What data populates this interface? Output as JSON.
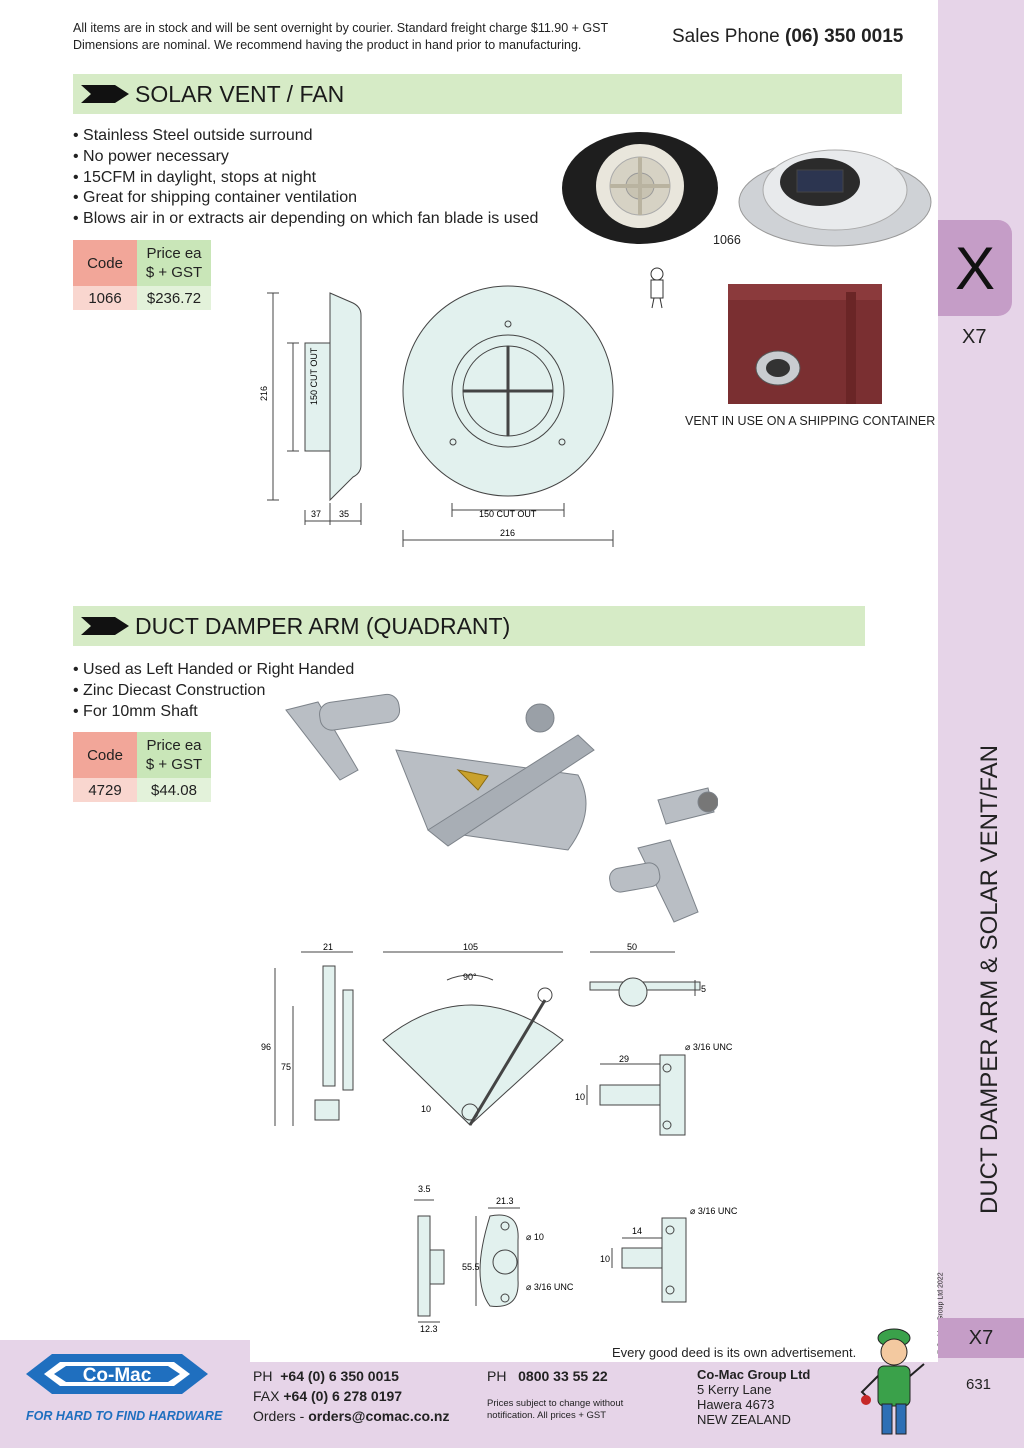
{
  "header": {
    "note_line1": "All items are in stock and will be sent overnight by courier. Standard freight charge $11.90 + GST",
    "note_line2": "Dimensions are nominal. We recommend having the product in hand prior to manufacturing.",
    "sales_label": "Sales Phone",
    "sales_number": "(06) 350 0015"
  },
  "solar": {
    "title": "SOLAR VENT / FAN",
    "bullets": [
      "Stainless Steel outside surround",
      "No power necessary",
      "15CFM in daylight, stops at night",
      "Great for shipping container ventilation",
      "Blows air in or extracts air depending on which fan blade is used"
    ],
    "table": {
      "code_header": "Code",
      "price_header_1": "Price ea",
      "price_header_2": "$ + GST",
      "code": "1066",
      "price": "$236.72"
    },
    "photo_label": "1066",
    "container_caption": "VENT IN USE ON A SHIPPING CONTAINER",
    "dims": {
      "height": "216",
      "cutout_side": "150 CUT OUT",
      "d37": "37",
      "d35": "35",
      "cutout_front": "150 CUT OUT",
      "width": "216"
    }
  },
  "damper": {
    "title": "DUCT DAMPER ARM (QUADRANT)",
    "bullets": [
      "Used as Left Handed or Right Handed",
      "Zinc Diecast Construction",
      "For 10mm Shaft"
    ],
    "table": {
      "code_header": "Code",
      "price_header_1": "Price ea",
      "price_header_2": "$ + GST",
      "code": "4729",
      "price": "$44.08"
    },
    "dims": {
      "d21": "21",
      "d96": "96",
      "d75": "75",
      "d105": "105",
      "d90": "90°",
      "d10a": "10",
      "d50": "50",
      "d5": "5",
      "d29": "29",
      "unc1": "⌀ 3/16 UNC",
      "d10b": "10",
      "d3_5": "3.5",
      "d12_3": "12.3",
      "d21_3": "21.3",
      "d55_5": "55.5",
      "d10c": "⌀ 10",
      "unc2": "⌀ 3/16 UNC",
      "d14": "14",
      "unc3": "⌀ 3/16 UNC",
      "d10d": "10"
    }
  },
  "sidebar": {
    "tab_letter": "X",
    "tab_code": "X7",
    "vertical_title": "DUCT DAMPER ARM & SOLAR VENT/FAN",
    "copyright": "© Co-Mac Group Ltd 2022",
    "bottom_code": "X7",
    "page_number": "631"
  },
  "footer": {
    "motto": "Every good deed is its own advertisement.",
    "logo_text": "Co-Mac",
    "slogan": "FOR HARD TO FIND HARDWARE",
    "ph_label": "PH",
    "ph_number": "+64 (0) 6 350 0015",
    "fax_label": "FAX",
    "fax_number": "+64 (0) 6 278 0197",
    "orders_label": "Orders -",
    "orders_email": "orders@comac.co.nz",
    "ph2_label": "PH",
    "ph2_number": "0800 33 55 22",
    "disclaimer_1": "Prices subject to change without",
    "disclaimer_2": "notification. All prices + GST",
    "company": "Co-Mac Group Ltd",
    "address_1": "5 Kerry Lane",
    "address_2": "Hawera 4673",
    "address_3": "NEW ZEALAND"
  },
  "colors": {
    "section_green": "#d6ebc6",
    "code_red": "#f2a699",
    "price_green": "#c9e6b8",
    "band_purple": "#e6d4e8",
    "tab_purple": "#c59dc7",
    "logo_blue": "#1f6fbf"
  }
}
